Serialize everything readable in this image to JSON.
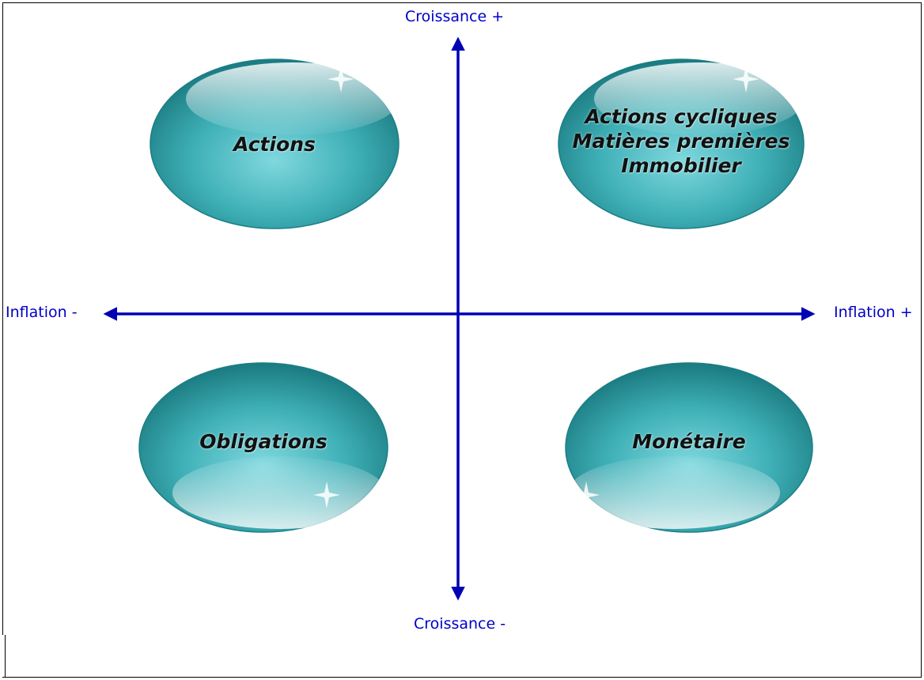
{
  "axes": {
    "top": "Croissance +",
    "bottom": "Croissance -",
    "left": "Inflation -",
    "right": "Inflation +"
  },
  "quadrants": {
    "top_left": {
      "lines": [
        "Actions"
      ]
    },
    "top_right": {
      "lines": [
        "Actions cycliques",
        "Matières premières",
        "Immobilier"
      ]
    },
    "bottom_left": {
      "lines": [
        "Obligations"
      ]
    },
    "bottom_right": {
      "lines": [
        "Monétaire"
      ]
    }
  },
  "colors": {
    "axis": "#0000b4",
    "axis_label": "#0000c8",
    "bubble_dark": "#1f8a90",
    "bubble_light": "#9ae6ea"
  }
}
